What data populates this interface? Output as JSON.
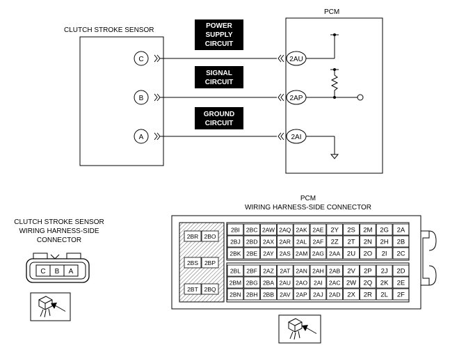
{
  "wiring": {
    "sensor_label": "CLUTCH STROKE SENSOR",
    "pcm_label": "PCM",
    "circuits": [
      {
        "box": [
          "POWER",
          "SUPPLY",
          "CIRCUIT"
        ],
        "sensor_pin": "C",
        "pcm_pin": "2AU"
      },
      {
        "box": [
          "SIGNAL",
          "CIRCUIT"
        ],
        "sensor_pin": "B",
        "pcm_pin": "2AP"
      },
      {
        "box": [
          "GROUND",
          "CIRCUIT"
        ],
        "sensor_pin": "A",
        "pcm_pin": "2AI"
      }
    ]
  },
  "sensor_connector": {
    "caption": [
      "CLUTCH STROKE SENSOR",
      "WIRING HARNESS-SIDE",
      "CONNECTOR"
    ],
    "pins": [
      "C",
      "B",
      "A"
    ]
  },
  "pcm_connector": {
    "caption": [
      "PCM",
      "WIRING HARNESS-SIDE CONNECTOR"
    ],
    "left_block": [
      [
        "2BR",
        "2BO"
      ],
      [
        "2BS",
        "2BP"
      ],
      [
        "2BT",
        "2BQ"
      ]
    ],
    "top_rows": [
      [
        "2BI",
        "2BC",
        "2AW",
        "2AQ",
        "2AK",
        "2AE",
        "2Y",
        "2S",
        "2M",
        "2G",
        "2A"
      ],
      [
        "2BJ",
        "2BD",
        "2AX",
        "2AR",
        "2AL",
        "2AF",
        "2Z",
        "2T",
        "2N",
        "2H",
        "2B"
      ],
      [
        "2BK",
        "2BE",
        "2AY",
        "2AS",
        "2AM",
        "2AG",
        "2AA",
        "2U",
        "2O",
        "2I",
        "2C"
      ]
    ],
    "bottom_rows": [
      [
        "2BL",
        "2BF",
        "2AZ",
        "2AT",
        "2AN",
        "2AH",
        "2AB",
        "2V",
        "2P",
        "2J",
        "2D"
      ],
      [
        "2BM",
        "2BG",
        "2BA",
        "2AU",
        "2AO",
        "2AI",
        "2AC",
        "2W",
        "2Q",
        "2K",
        "2E"
      ],
      [
        "2BN",
        "2BH",
        "2BB",
        "2AV",
        "2AP",
        "2AJ",
        "2AD",
        "2X",
        "2R",
        "2L",
        "2F"
      ]
    ]
  }
}
